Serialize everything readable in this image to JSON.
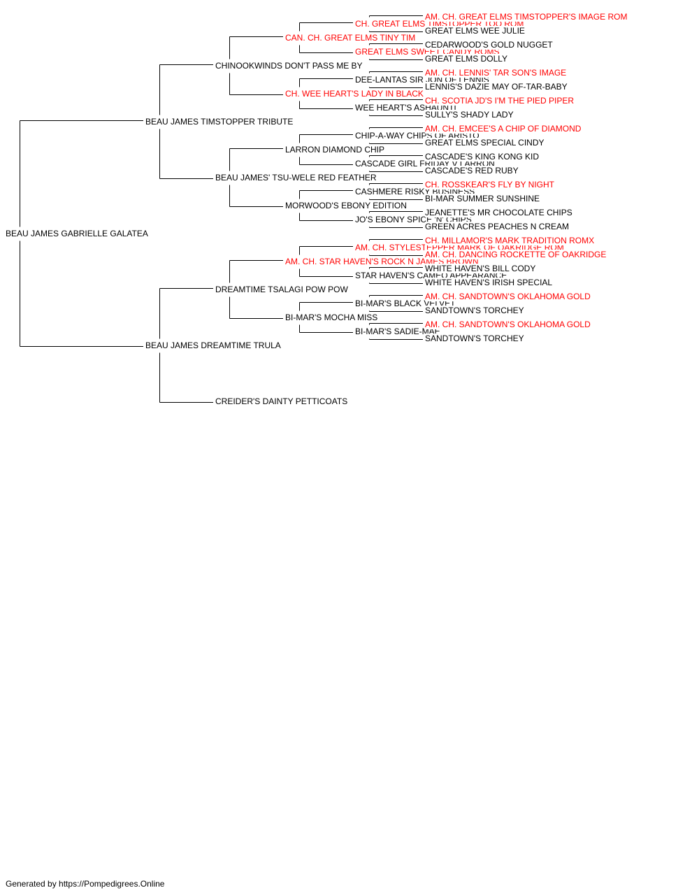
{
  "colors": {
    "champion": "#ff0000",
    "normal": "#000000",
    "line": "#000000"
  },
  "pedigree": {
    "root": "BEAU JAMES GABRIELLE GALATEA",
    "nodes": [
      {
        "id": "g1",
        "name": "BEAU JAMES GABRIELLE GALATEA",
        "gen": 0,
        "champion": false
      },
      {
        "id": "s",
        "name": "BEAU JAMES TIMSTOPPER TRIBUTE",
        "gen": 1,
        "champion": false
      },
      {
        "id": "d",
        "name": "BEAU JAMES DREAMTIME TRULA",
        "gen": 1,
        "champion": false
      },
      {
        "id": "ss",
        "name": "CHINOOKWINDS DON'T PASS ME BY",
        "gen": 2,
        "champion": false
      },
      {
        "id": "sd",
        "name": "BEAU JAMES' TSU-WELE RED FEATHER",
        "gen": 2,
        "champion": false
      },
      {
        "id": "ds",
        "name": "DREAMTIME TSALAGI POW POW",
        "gen": 2,
        "champion": false
      },
      {
        "id": "dd",
        "name": "CREIDER'S DAINTY PETTICOATS",
        "gen": 2,
        "champion": false
      },
      {
        "id": "sss",
        "name": "CAN. CH. GREAT ELMS TINY TIM",
        "gen": 3,
        "champion": true
      },
      {
        "id": "ssd",
        "name": "CH. WEE HEART'S LADY IN BLACK",
        "gen": 3,
        "champion": true
      },
      {
        "id": "sds",
        "name": "LARRON DIAMOND CHIP",
        "gen": 3,
        "champion": false
      },
      {
        "id": "sdd",
        "name": "MORWOOD'S EBONY EDITION",
        "gen": 3,
        "champion": false
      },
      {
        "id": "dss",
        "name": "AM. CH. STAR HAVEN'S ROCK N JAMES BROWN",
        "gen": 3,
        "champion": true
      },
      {
        "id": "dsd",
        "name": "BI-MAR'S MOCHA MISS",
        "gen": 3,
        "champion": false
      },
      {
        "id": "ssss",
        "name": "CH. GREAT ELMS TIMSTOPPER TOO ROM",
        "gen": 4,
        "champion": true
      },
      {
        "id": "sssd",
        "name": "GREAT ELMS SWEET CANDY ROMS",
        "gen": 4,
        "champion": true
      },
      {
        "id": "ssds",
        "name": "DEE-LANTAS SIR JON OF LENNIS",
        "gen": 4,
        "champion": false
      },
      {
        "id": "ssdd",
        "name": "WEE HEART'S ASHAUNTI",
        "gen": 4,
        "champion": false
      },
      {
        "id": "sdss",
        "name": "CHIP-A-WAY CHIPS OF ARISTO",
        "gen": 4,
        "champion": false
      },
      {
        "id": "sdsd",
        "name": "CASCADE GIRL FRIDAY V LARRON",
        "gen": 4,
        "champion": false
      },
      {
        "id": "sdds",
        "name": "CASHMERE RISKY BUSINESS",
        "gen": 4,
        "champion": false
      },
      {
        "id": "sddd",
        "name": "JO'S EBONY SPICE 'N' CHIPS",
        "gen": 4,
        "champion": false
      },
      {
        "id": "dsss",
        "name": "AM. CH. STYLESTEPPER MARK OF OAKRIDGE ROM",
        "gen": 4,
        "champion": true
      },
      {
        "id": "dssd",
        "name": "STAR HAVEN'S CAMEO APPEARANCE",
        "gen": 4,
        "champion": false
      },
      {
        "id": "dsds",
        "name": "BI-MAR'S BLACK VELVET",
        "gen": 4,
        "champion": false
      },
      {
        "id": "dsdd",
        "name": "BI-MAR'S SADIE-MAE",
        "gen": 4,
        "champion": false
      },
      {
        "id": "sssss",
        "name": "AM. CH. GREAT ELMS TIMSTOPPER'S IMAGE ROM",
        "gen": 5,
        "champion": true
      },
      {
        "id": "ssssd",
        "name": "GREAT ELMS WEE JULIE",
        "gen": 5,
        "champion": false
      },
      {
        "id": "sssds",
        "name": "CEDARWOOD'S GOLD NUGGET",
        "gen": 5,
        "champion": false
      },
      {
        "id": "sssdd",
        "name": "GREAT ELMS DOLLY",
        "gen": 5,
        "champion": false
      },
      {
        "id": "ssdss",
        "name": "AM. CH. LENNIS' TAR SON'S IMAGE",
        "gen": 5,
        "champion": true
      },
      {
        "id": "ssdsd",
        "name": "LENNIS'S DAZIE MAY OF-TAR-BABY",
        "gen": 5,
        "champion": false
      },
      {
        "id": "ssdds",
        "name": "CH. SCOTIA JD'S I'M THE PIED PIPER",
        "gen": 5,
        "champion": true
      },
      {
        "id": "ssddd",
        "name": "SULLY'S SHADY LADY",
        "gen": 5,
        "champion": false
      },
      {
        "id": "sdsss",
        "name": "AM. CH. EMCEE'S A CHIP OF DIAMOND",
        "gen": 5,
        "champion": true
      },
      {
        "id": "sdssd",
        "name": "GREAT ELMS SPECIAL CINDY",
        "gen": 5,
        "champion": false
      },
      {
        "id": "sdsds",
        "name": "CASCADE'S KING KONG KID",
        "gen": 5,
        "champion": false
      },
      {
        "id": "sdsdd",
        "name": "CASCADE'S RED RUBY",
        "gen": 5,
        "champion": false
      },
      {
        "id": "sddss",
        "name": "CH. ROSSKEAR'S FLY BY NIGHT",
        "gen": 5,
        "champion": true
      },
      {
        "id": "sddsd",
        "name": "BI-MAR SUMMER SUNSHINE",
        "gen": 5,
        "champion": false
      },
      {
        "id": "sddds",
        "name": "JEANETTE'S MR CHOCOLATE CHIPS",
        "gen": 5,
        "champion": false
      },
      {
        "id": "sdddd",
        "name": "GREEN ACRES PEACHES N CREAM",
        "gen": 5,
        "champion": false
      },
      {
        "id": "dssss",
        "name": "CH. MILLAMOR'S MARK TRADITION ROMX",
        "gen": 5,
        "champion": true
      },
      {
        "id": "dsssd",
        "name": "AM. CH. DANCING ROCKETTE OF OAKRIDGE",
        "gen": 5,
        "champion": true
      },
      {
        "id": "dssds",
        "name": "WHITE HAVEN'S BILL CODY",
        "gen": 5,
        "champion": false
      },
      {
        "id": "dssdd",
        "name": "WHITE HAVEN'S IRISH SPECIAL",
        "gen": 5,
        "champion": false
      },
      {
        "id": "dsdss",
        "name": "AM. CH. SANDTOWN'S OKLAHOMA GOLD",
        "gen": 5,
        "champion": true
      },
      {
        "id": "dsdsd",
        "name": "SANDTOWN'S TORCHEY",
        "gen": 5,
        "champion": false
      },
      {
        "id": "dsdds",
        "name": "AM. CH. SANDTOWN'S OKLAHOMA GOLD",
        "gen": 5,
        "champion": true
      },
      {
        "id": "dsddd",
        "name": "SANDTOWN'S TORCHEY",
        "gen": 5,
        "champion": false
      }
    ]
  },
  "footer": "Generated by https://Pompedigrees.Online"
}
